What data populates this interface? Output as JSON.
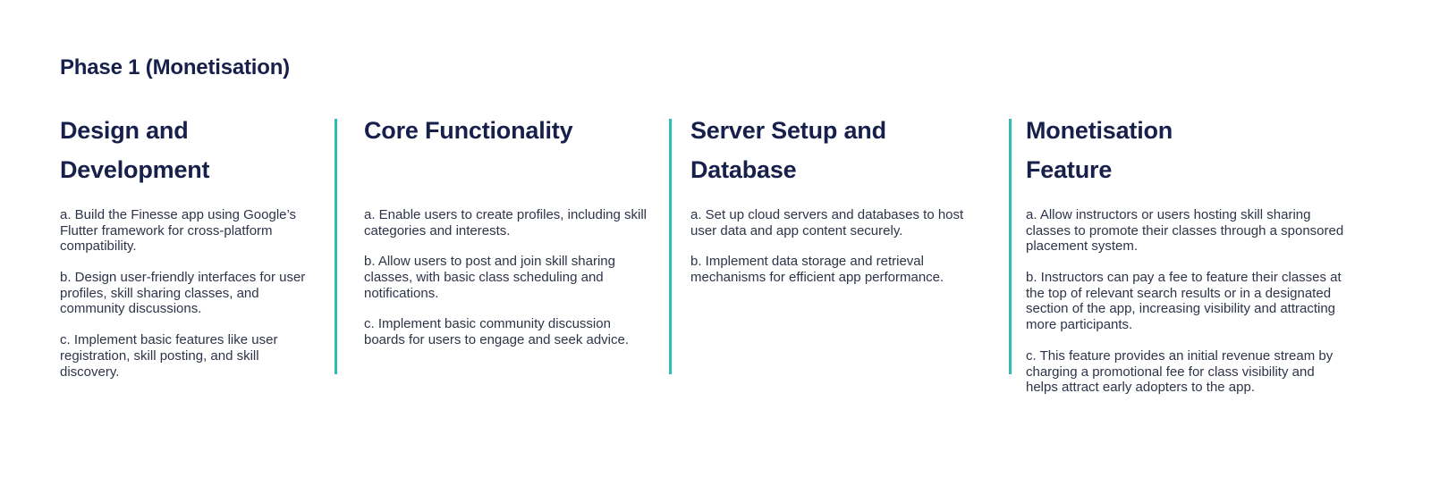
{
  "page": {
    "background_color": "#ffffff",
    "heading_color": "#17204a",
    "body_color": "#2e3449",
    "divider_color": "#2bbdb6"
  },
  "phase": {
    "title": "Phase 1 (Monetisation)"
  },
  "columns": [
    {
      "id": "design-and-development",
      "heading": "Design and Development",
      "heading_lines": [
        "Design and",
        "Development"
      ],
      "has_divider": false,
      "paragraphs": [
        "a. Build the Finesse app using Google’s Flutter framework for cross-platform compatibility.",
        "b. Design user-friendly interfaces for user profiles, skill sharing classes, and community discussions.",
        "c. Implement basic features like user registration, skill posting, and skill discovery."
      ]
    },
    {
      "id": "core-functionality",
      "heading": "Core Functionality",
      "heading_lines": [
        "Core Functionality"
      ],
      "has_divider": true,
      "paragraphs": [
        "a. Enable users to create profiles, including skill categories and interests.",
        "b. Allow users to post and join skill sharing classes, with basic class scheduling and notifications.",
        "c. Implement basic community discussion boards for users to engage and seek advice."
      ]
    },
    {
      "id": "server-setup-and-database",
      "heading": "Server Setup and Database",
      "heading_lines": [
        "Server Setup and",
        "Database"
      ],
      "has_divider": true,
      "paragraphs": [
        "a. Set up cloud servers and databases to host user data and app content securely.",
        "b. Implement data storage and retrieval mechanisms for efficient app performance."
      ]
    },
    {
      "id": "monetisation-feature",
      "heading": "Monetisation Feature",
      "heading_lines": [
        "Monetisation",
        "Feature"
      ],
      "has_divider": true,
      "paragraphs": [
        "a. Allow instructors or users hosting skill sharing classes to promote their classes through a sponsored placement system.",
        "b. Instructors can pay a fee to feature their classes at the top of relevant search results or in a designated section of the app, increasing visibility and attracting more participants.",
        "c. This feature provides an initial revenue stream by charging a promotional fee for class visibility and helps attract early adopters to the app."
      ]
    }
  ]
}
